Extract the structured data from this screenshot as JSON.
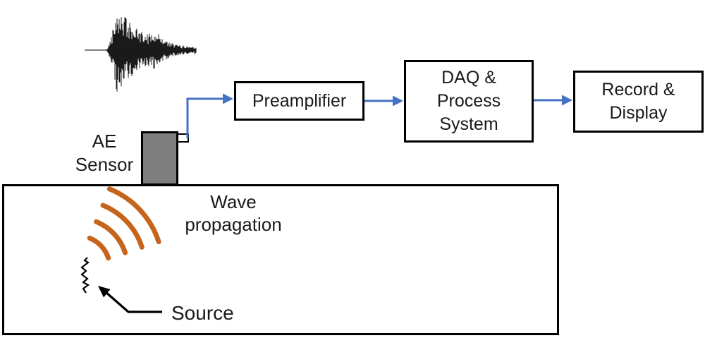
{
  "colors": {
    "arrow_blue": "#4472C4",
    "wave_orange": "#C7641C",
    "sensor_gray": "#7F7F7F",
    "ink": "#000000"
  },
  "labels": {
    "ae_sensor": {
      "line1": "AE",
      "line2": "Sensor"
    },
    "wave_propagation": {
      "line1": "Wave",
      "line2": "propagation"
    },
    "source": "Source"
  },
  "boxes": {
    "preamplifier": {
      "label": "Preamplifier"
    },
    "daq": {
      "line1": "DAQ &",
      "line2": "Process",
      "line3": "System"
    },
    "record": {
      "line1": "Record &",
      "line2": "Display"
    }
  },
  "icons": {
    "waveform": "ae-burst-waveform",
    "arcs": "wave-propagation-arcs",
    "crack": "crack-source-mark"
  }
}
